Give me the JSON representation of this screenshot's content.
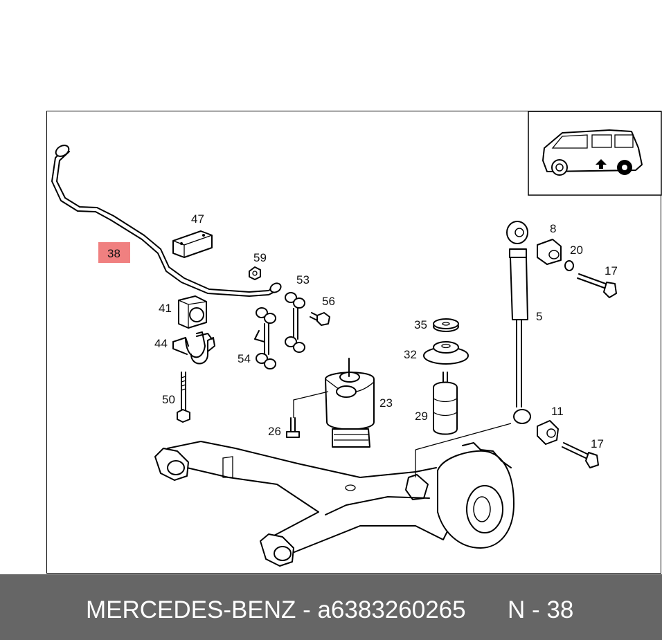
{
  "diagram": {
    "highlight_color": "#f08080",
    "highlighted_label": "38",
    "part_labels": [
      "47",
      "59",
      "53",
      "56",
      "41",
      "44",
      "54",
      "50",
      "26",
      "23",
      "35",
      "32",
      "29",
      "8",
      "20",
      "17",
      "5",
      "11",
      "17"
    ]
  },
  "footer": {
    "part_text": "MERCEDES-BENZ - a6383260265",
    "ref_text": "N - 38",
    "background": "#666666"
  }
}
